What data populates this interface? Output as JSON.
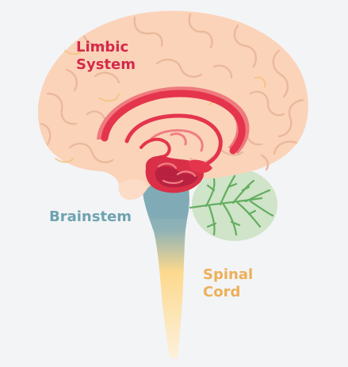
{
  "labels": {
    "limbic": {
      "line1": "Limbic",
      "line2": "System"
    },
    "brainstem": "Brainstem",
    "spinal": {
      "line1": "Spinal",
      "line2": "Cord"
    }
  },
  "colors": {
    "background": "#f3f4f6",
    "cortex": "#fbd3b9",
    "cortex_fold": "#eab99b",
    "cortex_fold_accent": "#f3c47f",
    "limbic": "#e4354d",
    "limbic_light": "#f07f84",
    "limbic_dark": "#b82240",
    "brainstem": "#7faab6",
    "spinal_cord": "#fcd98e",
    "cerebellum": "#cfe4c8",
    "cerebellum_vein": "#63ad5f",
    "limbic_label": "#d42a4a",
    "brainstem_label": "#6ea3b0",
    "spinal_label": "#ecb059"
  },
  "icons": {
    "limbic_system": "limbic-system-icon",
    "brainstem": "brainstem-icon",
    "spinal_cord": "spinal-cord-icon",
    "cerebellum": "cerebellum-icon",
    "cerebrum": "cerebrum-icon"
  }
}
